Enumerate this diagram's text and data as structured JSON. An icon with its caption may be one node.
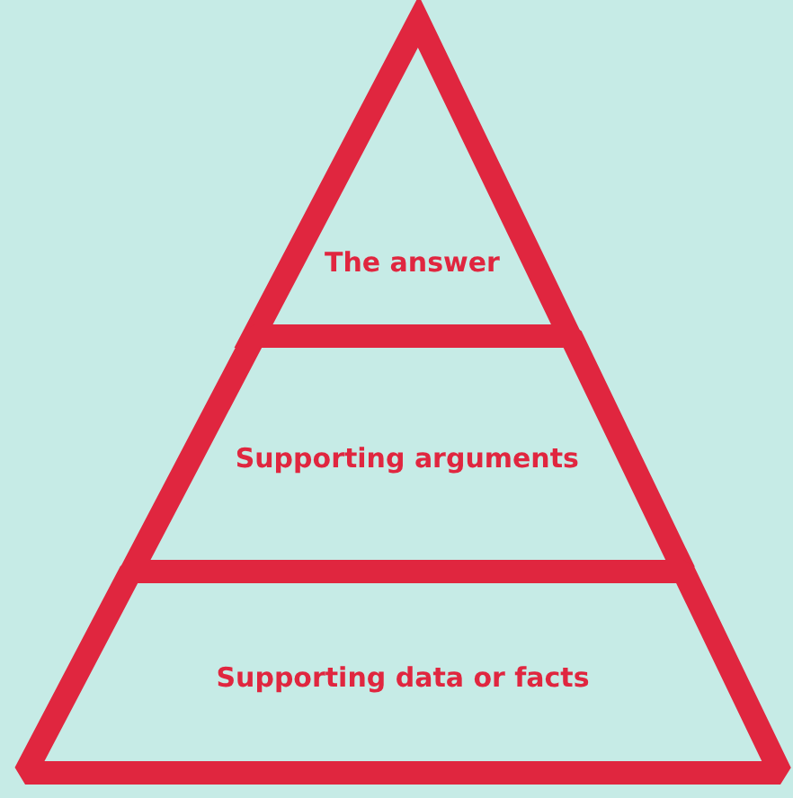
{
  "diagram": {
    "nodes": [
      {
        "text": [
          "The answer"
        ]
      },
      {
        "text": [
          "Supporting arguments"
        ]
      },
      {
        "text": [
          "Supporting data or facts"
        ]
      }
    ]
  }
}
